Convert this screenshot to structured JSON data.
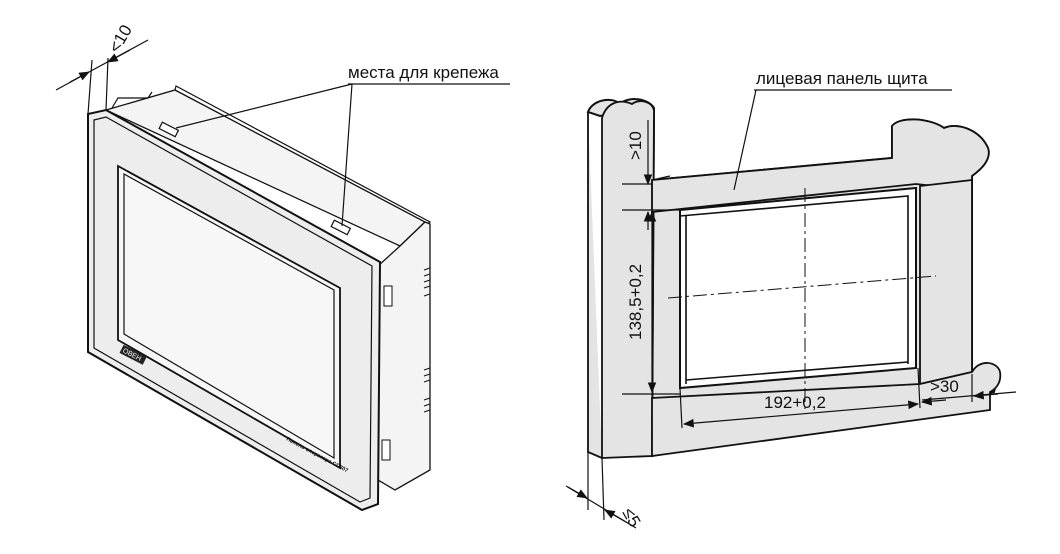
{
  "left_view": {
    "depth_dimension": "<10",
    "mount_points_label": "места для крепежа",
    "logo_text": "ОВЕН",
    "model_text": "Панель оператора СП307"
  },
  "right_view": {
    "panel_label": "лицевая панель щита",
    "top_margin": ">10",
    "height_dimension": "138,5+0,2",
    "width_dimension": "192+0,2",
    "right_margin": ">30",
    "thickness_dimension": "≤5"
  },
  "colors": {
    "panel_fill": "#e9e9e9",
    "cutout_fill": "#ffffff",
    "line": "#111111"
  }
}
